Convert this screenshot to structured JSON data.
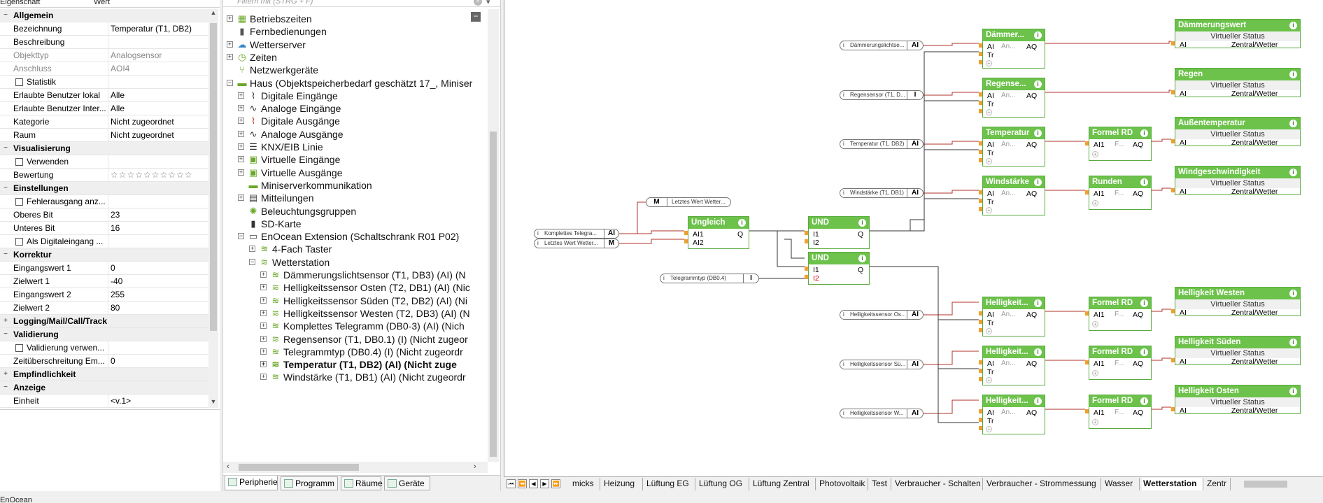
{
  "properties_panel": {
    "col_property": "Eigenschaft",
    "col_value": "Wert",
    "rows": [
      {
        "type": "cat",
        "key": "Allgemein",
        "exp": "−"
      },
      {
        "key": "Bezeichnung",
        "value": "Temperatur (T1, DB2)"
      },
      {
        "key": "Beschreibung",
        "value": ""
      },
      {
        "key": "Objekttyp",
        "value": "Analogsensor",
        "grey": true
      },
      {
        "key": "Anschluss",
        "value": "AOI4",
        "grey": true
      },
      {
        "type": "chk",
        "key": "Statistik",
        "value": ""
      },
      {
        "key": "Erlaubte Benutzer lokal",
        "value": "Alle"
      },
      {
        "key": "Erlaubte Benutzer Inter...",
        "value": "Alle"
      },
      {
        "key": "Kategorie",
        "value": "Nicht zugeordnet"
      },
      {
        "key": "Raum",
        "value": "Nicht zugeordnet"
      },
      {
        "type": "cat",
        "key": "Visualisierung",
        "exp": "−"
      },
      {
        "type": "chk",
        "key": "Verwenden",
        "value": ""
      },
      {
        "key": "Bewertung",
        "value": "☆☆☆☆☆☆☆☆☆☆",
        "stars": true
      },
      {
        "type": "cat",
        "key": "Einstellungen",
        "exp": "−"
      },
      {
        "type": "chk",
        "key": "Fehlerausgang anz...",
        "value": ""
      },
      {
        "key": "Oberes Bit",
        "value": "23"
      },
      {
        "key": "Unteres Bit",
        "value": "16"
      },
      {
        "type": "chk",
        "key": "Als Digitaleingang ...",
        "value": ""
      },
      {
        "type": "cat",
        "key": "Korrektur",
        "exp": "−"
      },
      {
        "key": "Eingangswert 1",
        "value": "0"
      },
      {
        "key": "Zielwert 1",
        "value": "-40"
      },
      {
        "key": "Eingangswert 2",
        "value": "255"
      },
      {
        "key": "Zielwert 2",
        "value": "80"
      },
      {
        "type": "cat",
        "key": "Logging/Mail/Call/Track",
        "exp": "+"
      },
      {
        "type": "cat",
        "key": "Validierung",
        "exp": "−"
      },
      {
        "type": "chk",
        "key": "Validierung verwen...",
        "value": ""
      },
      {
        "key": "Zeitüberschreitung Em...",
        "value": "0"
      },
      {
        "type": "cat",
        "key": "Empfindlichkeit",
        "exp": "+"
      },
      {
        "type": "cat",
        "key": "Anzeige",
        "exp": "−"
      },
      {
        "key": "Einheit",
        "value": "<v.1>"
      }
    ]
  },
  "tree_panel": {
    "filter_placeholder": "Filtern mit (STRG + F)",
    "nodes": [
      {
        "label": "Betriebszeiten",
        "level": 1,
        "pm": "+",
        "icon": "calendar-icon",
        "glyph": "▦",
        "color": "#6aa728"
      },
      {
        "label": "Fernbedienungen",
        "level": 1,
        "pm": "",
        "icon": "remote-icon",
        "glyph": "▮",
        "color": "#555"
      },
      {
        "label": "Wetterserver",
        "level": 1,
        "pm": "+",
        "icon": "weather-icon",
        "glyph": "☁",
        "color": "#3a86c8"
      },
      {
        "label": "Zeiten",
        "level": 1,
        "pm": "+",
        "icon": "clock-icon",
        "glyph": "◷",
        "color": "#6aa728"
      },
      {
        "label": "Netzwerkgeräte",
        "level": 1,
        "pm": "",
        "icon": "network-icon",
        "glyph": "⑂",
        "color": "#6aa728"
      },
      {
        "label": "Haus (Objektspeicherbedarf geschätzt 17_, Miniser",
        "level": 1,
        "pm": "−",
        "icon": "miniserver-icon",
        "glyph": "▬",
        "color": "#6aa728"
      },
      {
        "label": "Digitale Eingänge",
        "level": 2,
        "pm": "+",
        "icon": "digital-input-icon",
        "glyph": "⌇",
        "color": "#333"
      },
      {
        "label": "Analoge Eingänge",
        "level": 2,
        "pm": "+",
        "icon": "analog-input-icon",
        "glyph": "∿",
        "color": "#333"
      },
      {
        "label": "Digitale Ausgänge",
        "level": 2,
        "pm": "+",
        "icon": "digital-output-icon",
        "glyph": "⌇",
        "color": "#c33"
      },
      {
        "label": "Analoge Ausgänge",
        "level": 2,
        "pm": "+",
        "icon": "analog-output-icon",
        "glyph": "∿",
        "color": "#333"
      },
      {
        "label": "KNX/EIB Linie",
        "level": 2,
        "pm": "+",
        "icon": "knx-icon",
        "glyph": "☰",
        "color": "#333"
      },
      {
        "label": "Virtuelle Eingänge",
        "level": 2,
        "pm": "+",
        "icon": "virtual-input-icon",
        "glyph": "▣",
        "color": "#6aa728"
      },
      {
        "label": "Virtuelle Ausgänge",
        "level": 2,
        "pm": "+",
        "icon": "virtual-output-icon",
        "glyph": "▣",
        "color": "#6aa728"
      },
      {
        "label": "Miniserverkommunikation",
        "level": 2,
        "pm": "",
        "icon": "miniserver-comm-icon",
        "glyph": "▬",
        "color": "#6aa728"
      },
      {
        "label": "Mitteilungen",
        "level": 2,
        "pm": "+",
        "icon": "messages-icon",
        "glyph": "▤",
        "color": "#444"
      },
      {
        "label": "Beleuchtungsgruppen",
        "level": 2,
        "pm": "",
        "icon": "lighting-icon",
        "glyph": "✺",
        "color": "#6aa728"
      },
      {
        "label": "SD-Karte",
        "level": 2,
        "pm": "",
        "icon": "sd-card-icon",
        "glyph": "▮",
        "color": "#333"
      },
      {
        "label": "EnOcean Extension (Schaltschrank R01 P02)",
        "level": 2,
        "pm": "−",
        "icon": "extension-icon",
        "glyph": "▭",
        "color": "#444"
      },
      {
        "label": "4-Fach Taster",
        "level": 3,
        "pm": "+",
        "icon": "wireless-icon",
        "glyph": "≋",
        "color": "#6aa728"
      },
      {
        "label": "Wetterstation",
        "level": 3,
        "pm": "−",
        "icon": "wireless-icon",
        "glyph": "≋",
        "color": "#6aa728"
      },
      {
        "label": "Dämmerungslichtsensor (T1, DB3) (AI) (N",
        "level": 4,
        "pm": "+",
        "icon": "wireless-icon",
        "glyph": "≋",
        "color": "#6aa728"
      },
      {
        "label": "Helligkeitssensor Osten (T2, DB1) (AI) (Nic",
        "level": 4,
        "pm": "+",
        "icon": "wireless-icon",
        "glyph": "≋",
        "color": "#6aa728"
      },
      {
        "label": "Helligkeitssensor Süden (T2, DB2) (AI) (Ni",
        "level": 4,
        "pm": "+",
        "icon": "wireless-icon",
        "glyph": "≋",
        "color": "#6aa728"
      },
      {
        "label": "Helligkeitssensor Westen (T2, DB3) (AI) (N",
        "level": 4,
        "pm": "+",
        "icon": "wireless-icon",
        "glyph": "≋",
        "color": "#6aa728"
      },
      {
        "label": "Komplettes Telegramm (DB0-3) (AI) (Nich",
        "level": 4,
        "pm": "+",
        "icon": "wireless-icon",
        "glyph": "≋",
        "color": "#6aa728"
      },
      {
        "label": "Regensensor (T1, DB0.1) (I) (Nicht zugeor",
        "level": 4,
        "pm": "+",
        "icon": "wireless-icon",
        "glyph": "≋",
        "color": "#6aa728"
      },
      {
        "label": "Telegrammtyp (DB0.4) (I) (Nicht zugeordr",
        "level": 4,
        "pm": "+",
        "icon": "wireless-icon",
        "glyph": "≋",
        "color": "#6aa728"
      },
      {
        "label": "Temperatur (T1, DB2) (AI) (Nicht zuge",
        "level": 4,
        "pm": "+",
        "icon": "wireless-icon",
        "glyph": "≋",
        "color": "#6aa728",
        "bold": true
      },
      {
        "label": "Windstärke (T1, DB1) (AI) (Nicht zugeordr",
        "level": 4,
        "pm": "+",
        "icon": "wireless-icon",
        "glyph": "≋",
        "color": "#6aa728"
      }
    ],
    "tabs": [
      "Peripherie",
      "Programm",
      "Räume",
      "Geräte"
    ],
    "active_tab": "Peripherie"
  },
  "diagram": {
    "input_nodes": [
      {
        "id": "in-daemmerung",
        "name": "Dämmerungslichtse...",
        "type": "AI"
      },
      {
        "id": "in-regen",
        "name": "Regensensor (T1, D...",
        "type": "I"
      },
      {
        "id": "in-temp",
        "name": "Temperatur (T1, DB2)",
        "type": "AI"
      },
      {
        "id": "in-wind",
        "name": "Windstärke (T1, DB1)",
        "type": "AI"
      },
      {
        "id": "in-telegramm",
        "name": "Komplettes Telegra...",
        "type": "AI"
      },
      {
        "id": "in-letzter",
        "name": "Letztes Wert Wetter...",
        "type": "M"
      },
      {
        "id": "in-typ",
        "name": "Telegrammtyp (DB0.4)",
        "type": "I"
      },
      {
        "id": "in-osten",
        "name": "Helligkeitssensor Os...",
        "type": "AI"
      },
      {
        "id": "in-sueden",
        "name": "Helligkeitssensor Sü...",
        "type": "AI"
      },
      {
        "id": "in-westen",
        "name": "Helligkeitssensor W...",
        "type": "AI"
      }
    ],
    "memory_node": {
      "type": "M",
      "name": "Letztes Wert Wetter..."
    },
    "logic_blocks": [
      {
        "id": "ungleich",
        "title": "Ungleich",
        "inputs": [
          "AI1",
          "AI2"
        ],
        "output": "Q"
      },
      {
        "id": "und1",
        "title": "UND",
        "inputs": [
          "I1",
          "I2"
        ],
        "output": "Q"
      },
      {
        "id": "und2",
        "title": "UND",
        "inputs": [
          "I1",
          "I2"
        ],
        "output": "Q",
        "negated_input": "I2"
      }
    ],
    "analog_memories": [
      {
        "id": "am-daemmerung",
        "title": "Dämmer..."
      },
      {
        "id": "am-regen",
        "title": "Regense..."
      },
      {
        "id": "am-temp",
        "title": "Temperatur"
      },
      {
        "id": "am-wind",
        "title": "Windstärke"
      },
      {
        "id": "am-osten",
        "title": "Helligkeit..."
      },
      {
        "id": "am-sueden",
        "title": "Helligkeit..."
      },
      {
        "id": "am-westen",
        "title": "Helligkeit..."
      }
    ],
    "am_labels": {
      "ai": "AI",
      "mid": "An...",
      "tr": "Tr",
      "aq": "AQ"
    },
    "formulas": [
      {
        "id": "f-temp",
        "title": "Formel RD"
      },
      {
        "id": "f-wind",
        "title": "Runden"
      },
      {
        "id": "f-osten",
        "title": "Formel RD"
      },
      {
        "id": "f-sueden",
        "title": "Formel RD"
      },
      {
        "id": "f-westen",
        "title": "Formel RD"
      }
    ],
    "formula_labels": {
      "ai": "AI1",
      "mid": "F...",
      "aq": "AQ"
    },
    "virtual_outputs": [
      {
        "id": "vo-daemmerung",
        "title": "Dämmerungswert"
      },
      {
        "id": "vo-regen",
        "title": "Regen"
      },
      {
        "id": "vo-aussen",
        "title": "Außentemperatur"
      },
      {
        "id": "vo-wind",
        "title": "Windgeschwindigkeit"
      },
      {
        "id": "vo-westen",
        "title": "Helligkeit Westen"
      },
      {
        "id": "vo-sueden",
        "title": "Helligkeit Süden"
      },
      {
        "id": "vo-osten",
        "title": "Helligkeit Osten"
      }
    ],
    "vo_labels": {
      "sub": "Virtueller Status",
      "ai": "AI",
      "target": "Zentral/Wetter"
    },
    "info_glyph": "i",
    "wire_color": "#b0302a",
    "logic_wire_color": "#333333",
    "accent_green": "#6cc24a"
  },
  "sheet_tabs": {
    "items": [
      "micks",
      "Heizung",
      "Lüftung EG",
      "Lüftung OG",
      "Lüftung Zentral",
      "Photovoltaik",
      "Test",
      "Verbraucher - Schalten",
      "Verbraucher - Strommessung",
      "Wasser",
      "Wetterstation",
      "Zentr"
    ],
    "active": "Wetterstation",
    "nav": [
      "⏮",
      "⏪",
      "◀",
      "▶",
      "⏩"
    ]
  },
  "status_bar": {
    "text": "EnOcean"
  }
}
